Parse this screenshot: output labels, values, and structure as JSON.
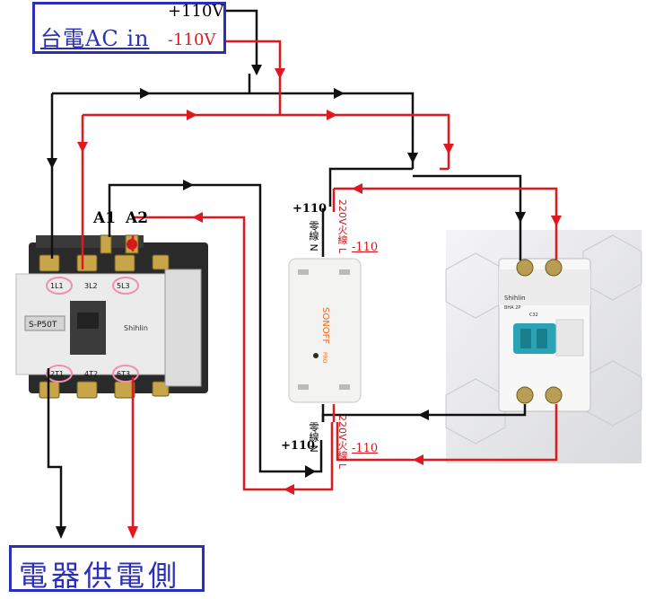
{
  "source": {
    "title": "台電AC in",
    "plus_label": "+110V",
    "minus_label": "-110V"
  },
  "output": {
    "title": "電器供電側"
  },
  "contactor": {
    "coil_a1": "A1",
    "coil_a2": "A2",
    "model": "S-P50T",
    "brand": "Shihlin",
    "top_terminals": [
      "1L1",
      "3L2",
      "5L3"
    ],
    "bottom_terminals": [
      "2T1",
      "4T2",
      "6T3"
    ]
  },
  "sonoff": {
    "brand": "SONOFF",
    "model": "PRO",
    "in_plus": "+110",
    "in_minus": "-110",
    "in_neutral": "零線 N",
    "in_live": "220V火線 L",
    "out_plus": "+110",
    "out_minus": "-110",
    "out_neutral": "零線 N",
    "out_live": "220V火線 L"
  },
  "breaker": {
    "brand": "Shihlin",
    "model": "BHA 2P",
    "rating": "C32"
  },
  "colors": {
    "line_black": "#111111",
    "line_red": "#e0181f",
    "box_blue": "#2a2fb8"
  }
}
